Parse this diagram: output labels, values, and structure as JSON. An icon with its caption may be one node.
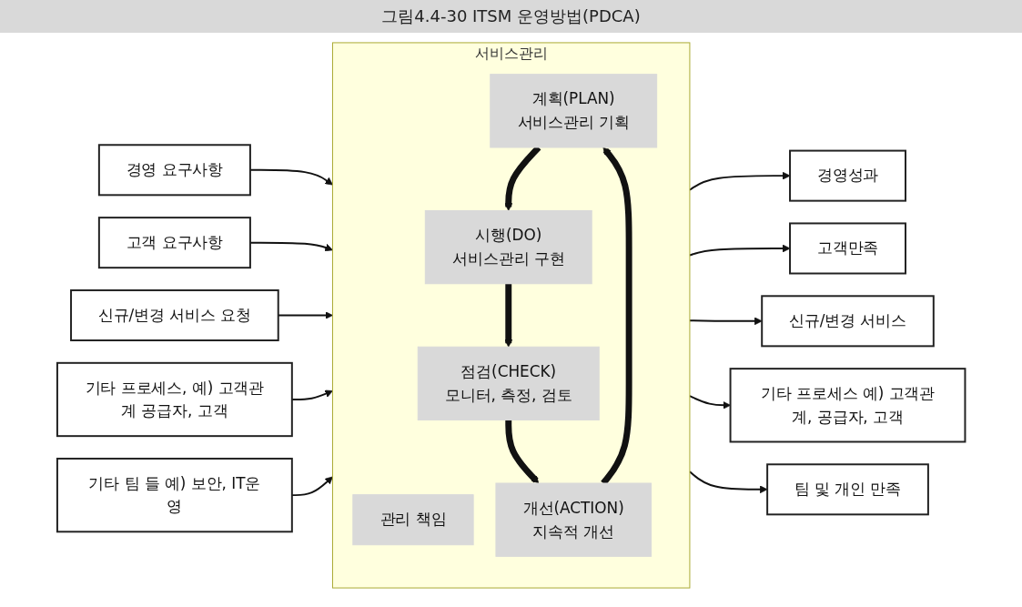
{
  "diagram": {
    "title": "그림4.4-30 ITSM 운영방법(PDCA)",
    "nodes": [
      {
        "text": [
          "경영 요구사항"
        ]
      },
      {
        "text": [
          "고객 요구사항"
        ]
      },
      {
        "text": [
          "신규/변경 서비스 요청"
        ]
      },
      {
        "text": [
          "기타 프로세스, 예) 고객관계 공급자, 고객"
        ]
      },
      {
        "text": [
          "기타 팀 들 예) 보안, IT운영"
        ]
      },
      {
        "text": [
          "서비스관리"
        ]
      },
      {
        "text": [
          "관리 책임"
        ],
        "in": 5
      },
      {
        "text": [
          "계획(PLAN)",
          "서비스관리 기획"
        ],
        "in": 5
      },
      {
        "text": [
          "시행(DO)",
          "서비스관리 구현"
        ],
        "in": 5
      },
      {
        "text": [
          "점검(CHECK)",
          "모니터, 측정, 검토"
        ],
        "in": 5
      },
      {
        "text": [
          "개선(ACTION)",
          "지속적 개선"
        ],
        "in": 5
      },
      {
        "text": [
          "경영성과"
        ]
      },
      {
        "text": [
          "고객만족"
        ]
      },
      {
        "text": [
          "신규/변경 서비스"
        ]
      },
      {
        "text": [
          "기타 프로세스 예) 고객관계, 공급자, 고객"
        ]
      },
      {
        "text": [
          "팀 및 개인 만족"
        ]
      }
    ],
    "edges": [
      {
        "from": 0,
        "to": 5,
        "arrow": "to"
      },
      {
        "from": 1,
        "to": 5,
        "arrow": "to"
      },
      {
        "from": 2,
        "to": 5,
        "arrow": "to"
      },
      {
        "from": 3,
        "to": 5,
        "arrow": "to"
      },
      {
        "from": 4,
        "to": 5,
        "arrow": "to"
      },
      {
        "from": 7,
        "to": 8,
        "arrow": "to",
        "style": "thick"
      },
      {
        "from": 8,
        "to": 9,
        "arrow": "to",
        "style": "thick"
      },
      {
        "from": 9,
        "to": 10,
        "arrow": "to",
        "style": "thick"
      },
      {
        "from": 10,
        "to": 7,
        "arrow": "to",
        "style": "thick"
      },
      {
        "from": 5,
        "to": 11,
        "arrow": "to"
      },
      {
        "from": 5,
        "to": 12,
        "arrow": "to"
      },
      {
        "from": 5,
        "to": 13,
        "arrow": "to"
      },
      {
        "from": 5,
        "to": 14,
        "arrow": "to"
      },
      {
        "from": 5,
        "to": 15,
        "arrow": "to"
      }
    ]
  }
}
